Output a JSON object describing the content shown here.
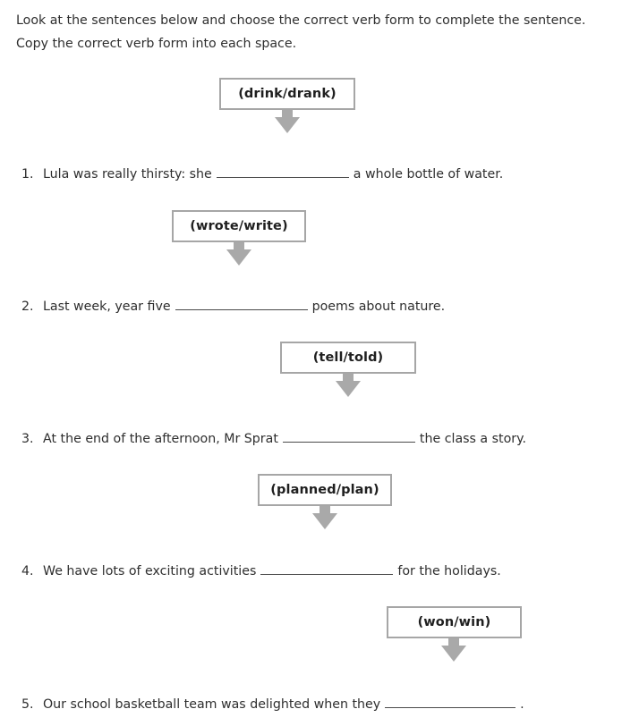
{
  "worksheet": {
    "instructions": [
      "Look at the sentences below and choose the correct verb form to complete the sentence.",
      "Copy the correct verb form into each space."
    ],
    "arrow_color": "#a9a9a9",
    "box_border_color": "#a6a6a6",
    "text_color": "#2e2e2e",
    "items": [
      {
        "number": "1.",
        "word_box": "(drink/drank)",
        "before_blank": "Lula was really thirsty: she",
        "after_blank": "a whole bottle of water."
      },
      {
        "number": "2.",
        "word_box": "(wrote/write)",
        "before_blank": "Last week, year five",
        "after_blank": "poems about nature."
      },
      {
        "number": "3.",
        "word_box": "(tell/told)",
        "before_blank": "At the end of the afternoon, Mr Sprat",
        "after_blank": "the class a story."
      },
      {
        "number": "4.",
        "word_box": "(planned/plan)",
        "before_blank": "We have lots of exciting activities",
        "after_blank": "for the holidays."
      },
      {
        "number": "5.",
        "word_box": "(won/win)",
        "before_blank": "Our school basketball team was delighted when they",
        "after_blank": "."
      }
    ]
  }
}
